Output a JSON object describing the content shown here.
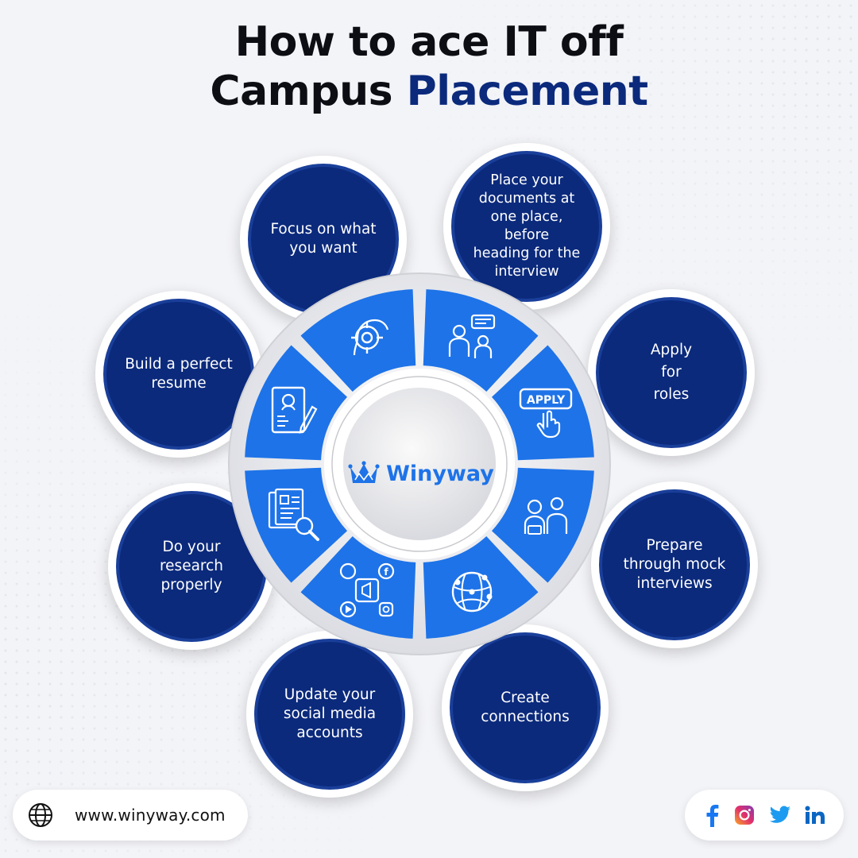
{
  "title": {
    "line1": "How to ace IT off",
    "line2_plain": "Campus ",
    "line2_accent": "Placement"
  },
  "steps": [
    {
      "label": "Focus on what\nyou want",
      "icon": "target-head-icon"
    },
    {
      "label": "Place your\ndocuments at\none place, before\nheading for the\ninterview",
      "icon": "meeting-icon"
    },
    {
      "label": "Apply\nfor\nroles",
      "icon": "apply-button-icon"
    },
    {
      "label": "Prepare\nthrough mock\ninterviews",
      "icon": "interview-icon"
    },
    {
      "label": "Create\nconnections",
      "icon": "network-globe-icon"
    },
    {
      "label": "Update your\nsocial media\naccounts",
      "icon": "social-media-icon"
    },
    {
      "label": "Do your\nresearch\nproperly",
      "icon": "document-search-icon"
    },
    {
      "label": "Build a perfect\nresume",
      "icon": "resume-icon"
    }
  ],
  "brand": {
    "name": "Winyway"
  },
  "footer": {
    "website": "www.winyway.com",
    "social_icons": [
      "facebook-icon",
      "instagram-icon",
      "twitter-icon",
      "linkedin-icon"
    ]
  },
  "colors": {
    "navy": "#0b2a7c",
    "segment_blue": "#1e73e8",
    "background": "#f3f4f8"
  }
}
